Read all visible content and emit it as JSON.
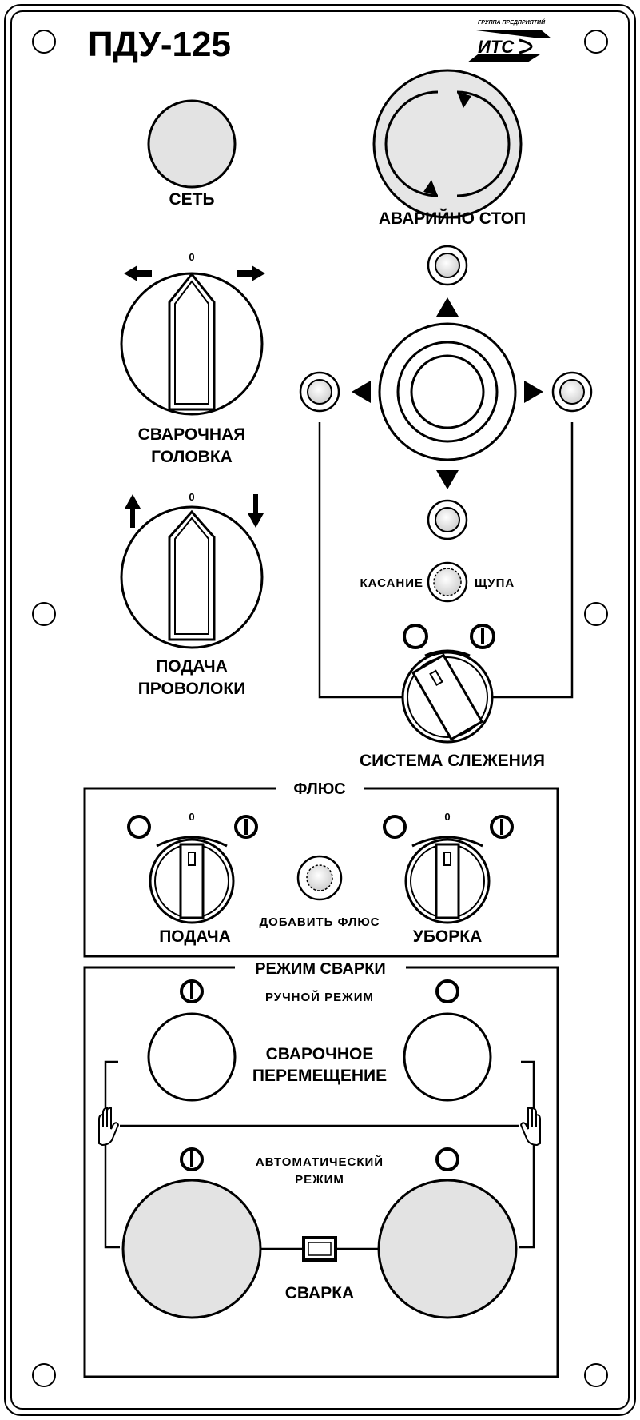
{
  "panel": {
    "title": "ПДУ-125",
    "logo": {
      "caption": "ГРУППА ПРЕДПРИЯТИЙ",
      "mark": "ИТС"
    }
  },
  "power": {
    "label": "СЕТЬ"
  },
  "emergency": {
    "label": "АВАРИЙНО СТОП"
  },
  "welding_head": {
    "line1": "СВАРОЧНАЯ",
    "line2": "ГОЛОВКА",
    "zero": "0"
  },
  "wire_feed": {
    "line1": "ПОДАЧА",
    "line2": "ПРОВОЛОКИ",
    "zero": "0"
  },
  "tracking": {
    "touch_left": "КАСАНИЕ",
    "touch_right": "ЩУПА",
    "label": "СИСТЕМА СЛЕЖЕНИЯ"
  },
  "flux": {
    "title": "ФЛЮС",
    "feed": {
      "label": "ПОДАЧА",
      "zero": "0"
    },
    "add_label": "ДОБАВИТЬ ФЛЮС",
    "cleanup": {
      "label": "УБОРКА",
      "zero": "0"
    }
  },
  "weld_mode": {
    "title": "РЕЖИМ СВАРКИ",
    "manual_label": "РУЧНОЙ РЕЖИМ",
    "travel_line1": "СВАРОЧНОЕ",
    "travel_line2": "ПЕРЕМЕЩЕНИЕ",
    "auto_line1": "АВТОМАТИЧЕСКИЙ",
    "auto_line2": "РЕЖИМ",
    "weld_label": "СВАРКА"
  }
}
